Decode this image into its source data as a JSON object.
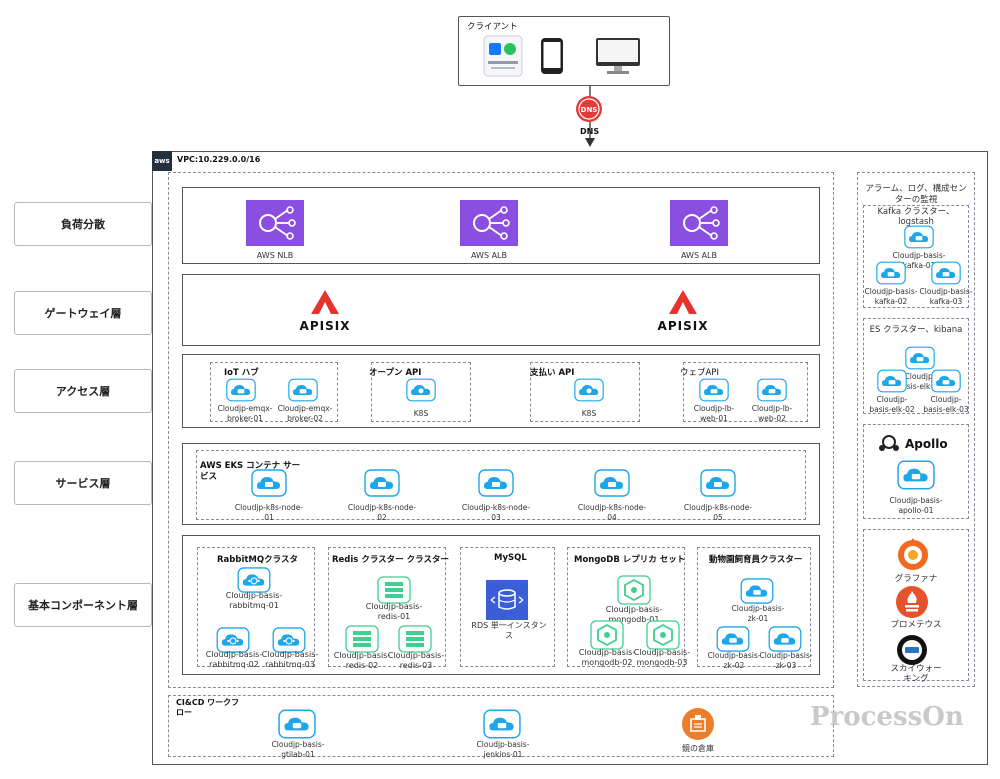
{
  "client": {
    "title": "クライアント"
  },
  "dns": {
    "label": "DNS"
  },
  "vpc": {
    "label": "VPC:10.229.0.0/16",
    "logo": "aws"
  },
  "layers": [
    "負荷分散",
    "ゲートウェイ層",
    "アクセス層",
    "サービス層",
    "基本コンポーネント層"
  ],
  "lb": {
    "items": [
      "AWS NLB",
      "AWS ALB",
      "AWS ALB"
    ]
  },
  "gateway": {
    "items": [
      "APISIX",
      "APISIX"
    ]
  },
  "access": {
    "iot": {
      "title": "IoT ハブ",
      "nodes": [
        "Cloudjp-emqx-\nbroker-01",
        "Cloudjp-emqx-\nbroker-02"
      ]
    },
    "open": {
      "title": "オープン API",
      "node": "K8S"
    },
    "pay": {
      "title": "支払い API",
      "node": "K8S"
    },
    "web": {
      "title": "ウェブAPI",
      "nodes": [
        "Cloudjp-lb-\nweb-01",
        "Cloudjp-lb-\nweb-02"
      ]
    }
  },
  "service": {
    "title": "AWS EKS コンテナ サー\nビス",
    "nodes": [
      "Cloudjp-k8s-node-\n01",
      "Cloudjp-k8s-node-\n02",
      "Cloudjp-k8s-node-\n03",
      "Cloudjp-k8s-node-\n04",
      "Cloudjp-k8s-node-\n05"
    ]
  },
  "basic": {
    "rabbit": {
      "title": "RabbitMQクラスタ",
      "nodes": [
        "Cloudjp-basis-\nrabbitmq-01",
        "Cloudjp-basis-\nrabbitmq-02",
        "Cloudjp-basis-\nrabbitmq-03"
      ]
    },
    "redis": {
      "title": "Redis クラスター クラスター",
      "nodes": [
        "Cloudjp-basis-\nredis-01",
        "Cloudjp-basis-\nredis-02",
        "Cloudjp-basis-\nredis-03"
      ]
    },
    "mysql": {
      "title": "MySQL",
      "node": "RDS 単一インスタン\nス"
    },
    "mongo": {
      "title": "MongoDB レプリカ セット",
      "nodes": [
        "Cloudjp-basis-\nmongodb-01",
        "Cloudjp-basis-\nmongodb-02",
        "Cloudjp-basis-\nmongodb-03"
      ]
    },
    "zk": {
      "title": "動物園飼育員クラスター",
      "nodes": [
        "Cloudjp-basis-\nzk-01",
        "Cloudjp-basis-\nzk-02",
        "Cloudjp-basis-\nzk-03"
      ]
    }
  },
  "cicd": {
    "title": "CI&CD ワークフ\nロー",
    "nodes": [
      "Cloudjp-basis-\ngtilab-01",
      "Cloudjp-basis-\njenkins-01"
    ],
    "repo": "鏡の倉庫"
  },
  "monitor": {
    "title": "アラーム、ログ、構成セン\nターの監視",
    "kafka": {
      "title": "Kafka クラスター、\nlogstash",
      "nodes": [
        "Cloudjp-basis-\nkafka-01",
        "Cloudjp-basis-\nkafka-02",
        "Cloudjp-basis-\nkafka-03"
      ]
    },
    "es": {
      "title": "ES クラスター、kibana",
      "nodes": [
        "Cloudjp-\nbasis-elk-01",
        "Cloudjp-\nbasis-elk-02",
        "Cloudjp-\nbasis-elk-03"
      ]
    },
    "apollo": {
      "logo": "Apollo",
      "node": "Cloudjp-basis-\napollo-01"
    },
    "tools": [
      "グラファナ",
      "プロメテウス",
      "スカイウォー\nキング"
    ]
  },
  "watermark": "ProcessOn",
  "colors": {
    "cloud": "#1ea7e8",
    "purple": "#8a4fe0",
    "green": "#3fcf8e",
    "mysql": "#3b5ed6",
    "orange": "#ee7d2b",
    "apisix": "#e4342d"
  }
}
